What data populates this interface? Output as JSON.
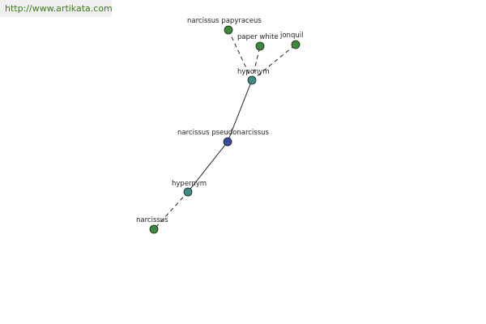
{
  "source": {
    "label": "http://www.artikata.com"
  },
  "colors": {
    "background": "#ffffff",
    "edge": "#222222",
    "word_node": "#3b8a3b",
    "relation_node": "#3e8a8a",
    "center_node": "#3c4a9c",
    "link_text": "#3a7a1a"
  },
  "graph": {
    "nodes": {
      "center": {
        "label": "narcissus pseudonarcissus",
        "kind": "center"
      },
      "hyponym": {
        "label": "hyponym",
        "kind": "relation"
      },
      "hypernym": {
        "label": "hypernym",
        "kind": "relation"
      },
      "papyraceus": {
        "label": "narcissus papyraceus",
        "kind": "word"
      },
      "paperwhite": {
        "label": "paper white",
        "kind": "word"
      },
      "jonquil": {
        "label": "jonquil",
        "kind": "word"
      },
      "narcissus": {
        "label": "narcissus",
        "kind": "word"
      }
    },
    "edges": [
      {
        "from": "center",
        "to": "hyponym",
        "style": "solid"
      },
      {
        "from": "center",
        "to": "hypernym",
        "style": "solid"
      },
      {
        "from": "hyponym",
        "to": "papyraceus",
        "style": "dashed"
      },
      {
        "from": "hyponym",
        "to": "paperwhite",
        "style": "dashed"
      },
      {
        "from": "hyponym",
        "to": "jonquil",
        "style": "dashed"
      },
      {
        "from": "hypernym",
        "to": "narcissus",
        "style": "dashed"
      }
    ]
  }
}
